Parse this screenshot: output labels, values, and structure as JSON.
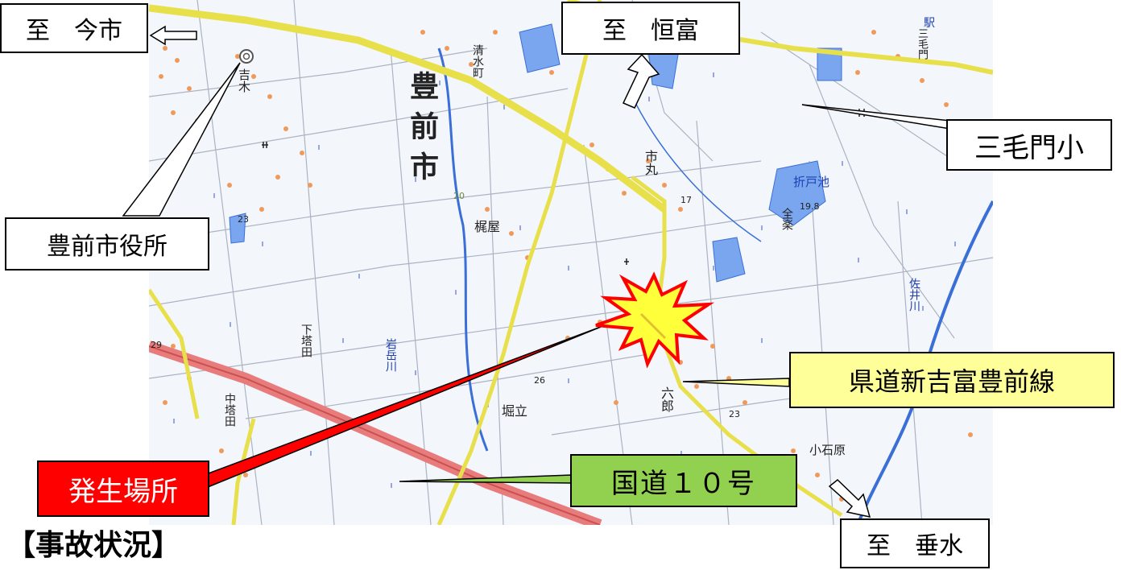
{
  "callouts": {
    "imaichi": "至　今市",
    "tsunetomi": "至　恒富",
    "mikekado_school": "三毛門小",
    "city_hall": "豊前市役所",
    "prefectural_road": "県道新吉富豊前線",
    "national_route": "国道１０号",
    "accident_site": "発生場所",
    "tarumi": "至　垂水"
  },
  "heading": "【事故状況】",
  "map_labels": {
    "city_name": "豊前市",
    "kajiya": "梶屋",
    "horitate": "堀立",
    "ichimaru": "市丸",
    "rokuro": "六郎",
    "koishihara": "小石原",
    "origaike": "折戸池",
    "shimizumachi": "清水町",
    "yoshiki": "吉木",
    "shimotoita": "下塔田",
    "nakatoita": "中塔田",
    "iwadakegawa": "岩岳川",
    "sakigawa": "佐井川",
    "zenraku": "全楽",
    "elev_17": "17",
    "elev_198": "19.8",
    "elev_23a": "23",
    "elev_23b": "23",
    "elev_26": "26",
    "elev_29": "29",
    "elev_20": "20",
    "eki": "駅",
    "mikekado": "三毛門"
  },
  "colors": {
    "national_route_line": "#e87c7c",
    "prefectural_road_line": "#e8e04a",
    "river": "#3a6fd8",
    "water": "#7aa6ef",
    "houses": "#ef9a5a",
    "explosion_fill": "#ffff3a",
    "explosion_stroke": "#ff0000"
  }
}
